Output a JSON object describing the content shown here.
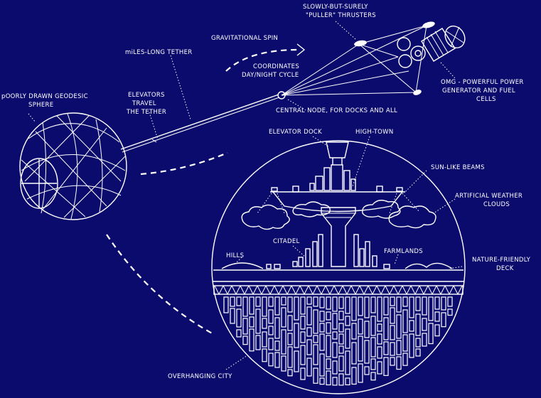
{
  "labels": {
    "thrusters": [
      "SLOWLY-BUT-SURELY",
      "\"PULLER\" THRUSTERS"
    ],
    "spin": "GRAVITATIONAL SPIN",
    "tether": "miLES-LONG TETHER",
    "coordinates": [
      "COORDINATES",
      "DAY/NIGHT CYCLE"
    ],
    "sphere": [
      "pOORLY DRAWN GEODESIC",
      "SPHERE"
    ],
    "elevators": [
      "ELEVATORS",
      "TRAVEL",
      "THE TETHER"
    ],
    "power": [
      "OMG - POWERFUL POWER",
      "GENERATOR AND FUEL",
      "CELLS"
    ],
    "node": "CENTRAL NODE, FOR DOCKS AND ALL",
    "elevator_dock": "ELEVATOR DOCK",
    "high_town": "HIGH-TOWN",
    "sun_beams": "SUN-LIKE BEAMS",
    "weather": [
      "ARTIFICIAL WEATHER",
      "CLOUDS"
    ],
    "citadel": "CITADEL",
    "hills": "HILLS",
    "farmlands": "FARMLANDS",
    "deck": [
      "NATURE-FRIENDLY",
      "DECK"
    ],
    "overhang": "OVERHANGING CITY"
  },
  "colors": {
    "background": "#0b0b6e",
    "ink": "#ffffff"
  }
}
